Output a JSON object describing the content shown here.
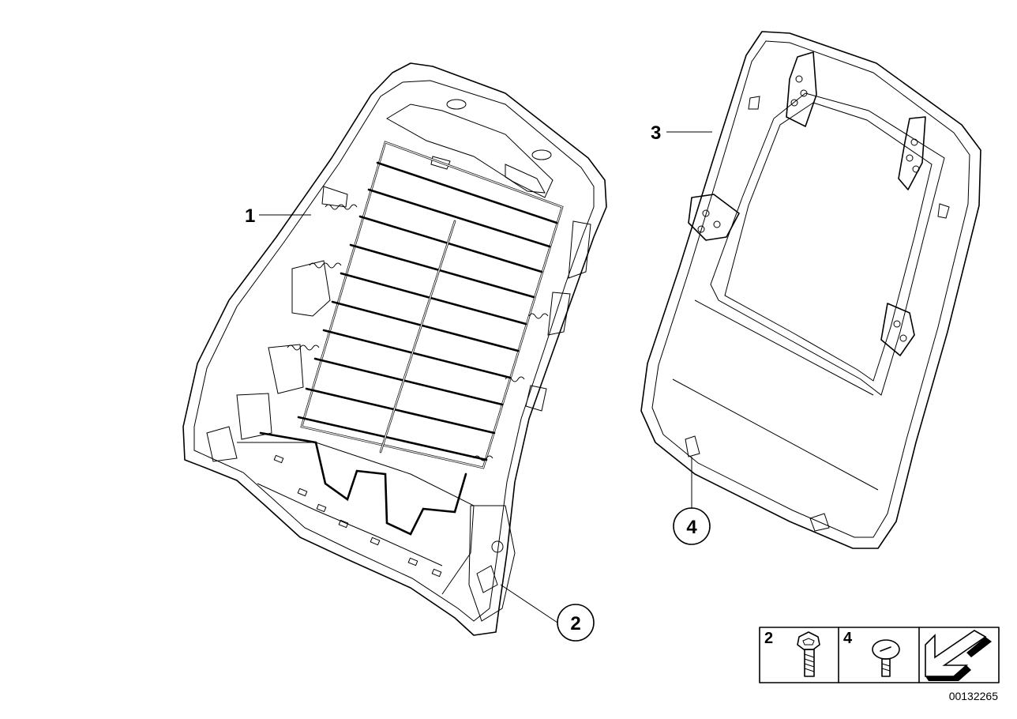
{
  "callouts": {
    "c1": "1",
    "c2": "2",
    "c3": "3",
    "c4": "4"
  },
  "legend": {
    "cell1_label": "2",
    "cell2_label": "4",
    "cell1_icon": "screw-icon",
    "cell2_icon": "expanding-rivet-icon",
    "cell3_icon": "arrow-icon"
  },
  "document_number": "00132265"
}
